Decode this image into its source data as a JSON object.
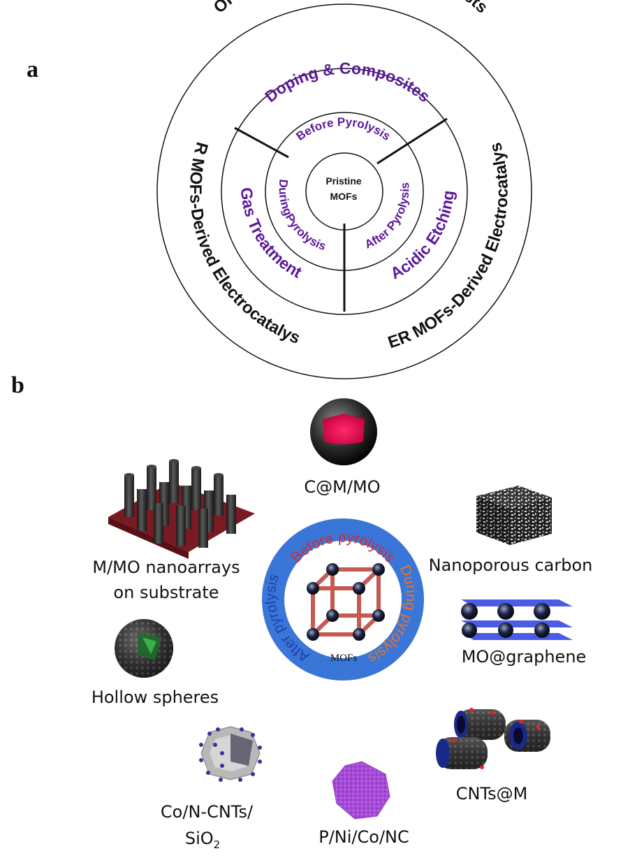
{
  "panel_a": {
    "letter": "a",
    "outer_ring": {
      "top": "ORR MOFs-Derived Electrocatalysts",
      "left": "OER MOFs-Derived Electrocatalysts",
      "right": "HER MOFs-Derived Electrocatalysts"
    },
    "middle_ring": {
      "top": "Doping & Composites",
      "left": "Gas Treatment",
      "right": "Acidic Etching"
    },
    "inner_ring": {
      "top": "Before Pyrolysis",
      "left": "DuringPyrolysis",
      "right": "After Pyrolysis"
    },
    "center": {
      "line1": "Pristine",
      "line2": "MOFs"
    }
  },
  "panel_b": {
    "letter": "b",
    "hub": {
      "before": "Before pyrolysis",
      "during": "During pyrolysis",
      "after": "After pyrolysis",
      "center_label": "MOFs"
    },
    "items": {
      "cmmo": "C@M/MO",
      "nanoarrays_line1": "M/MO nanoarrays",
      "nanoarrays_line2": "on substrate",
      "nanoporous": "Nanoporous carbon",
      "mo_graphene": "MO@graphene",
      "hollow": "Hollow spheres",
      "cnts": "CNTs@M",
      "conc_line1": "Co/N-CNTs/",
      "conc_line2": "SiO",
      "conc_sub": "2",
      "pnico": "P/Ni/Co/NC"
    }
  },
  "colors": {
    "purple_text": "#5a189a",
    "hub_ring": "#3a76d8",
    "hub_red": "#d9262c",
    "hub_orange": "#e8742a",
    "hub_blue": "#1e40a8"
  }
}
